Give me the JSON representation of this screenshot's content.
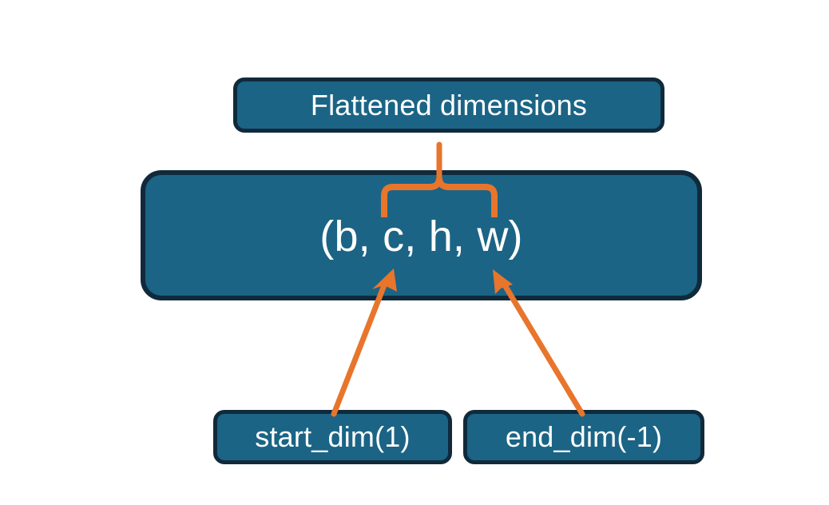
{
  "diagram": {
    "title_text": "Flattened dimensions",
    "background_color": "#ffffff",
    "node_fill_color": "#1B6485",
    "node_border_color": "#102A3B",
    "node_text_color": "#ffffff",
    "connector_color": "#E8752C",
    "nodes": {
      "flattened": {
        "label": "Flattened dimensions"
      },
      "shape": {
        "label": "(b, c, h, w)"
      },
      "start_dim": {
        "label": "start_dim(1)"
      },
      "end_dim": {
        "label": "end_dim(-1)"
      }
    },
    "connectors": {
      "brace": {
        "name": "flattened-dims-brace"
      },
      "start_arrow": {
        "name": "start-dim-arrow"
      },
      "end_arrow": {
        "name": "end-dim-arrow"
      }
    }
  }
}
